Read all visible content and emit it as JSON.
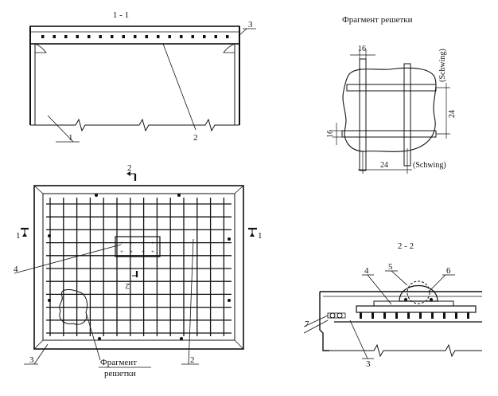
{
  "section_1_1": {
    "title": "1 - 1",
    "callouts": [
      "1",
      "2",
      "3"
    ]
  },
  "plan": {
    "cut_2_label": "2",
    "cut_2_label_rot": "2",
    "cut_1_left": "1",
    "cut_1_right": "1",
    "callouts": [
      "4",
      "3",
      "2"
    ],
    "fragment_caption_line1": "Фрагмент",
    "fragment_caption_line2": "решетки"
  },
  "fragment": {
    "title": "Фрагмент решетки",
    "dim_top": "16",
    "dim_right": "24",
    "dim_left": "16",
    "dim_bottom": "24",
    "note_top": "(Schwing)",
    "note_bottom": "(Schwing)"
  },
  "section_2_2": {
    "title": "2 - 2",
    "callouts": [
      "4",
      "5",
      "6",
      "7",
      "3"
    ]
  }
}
